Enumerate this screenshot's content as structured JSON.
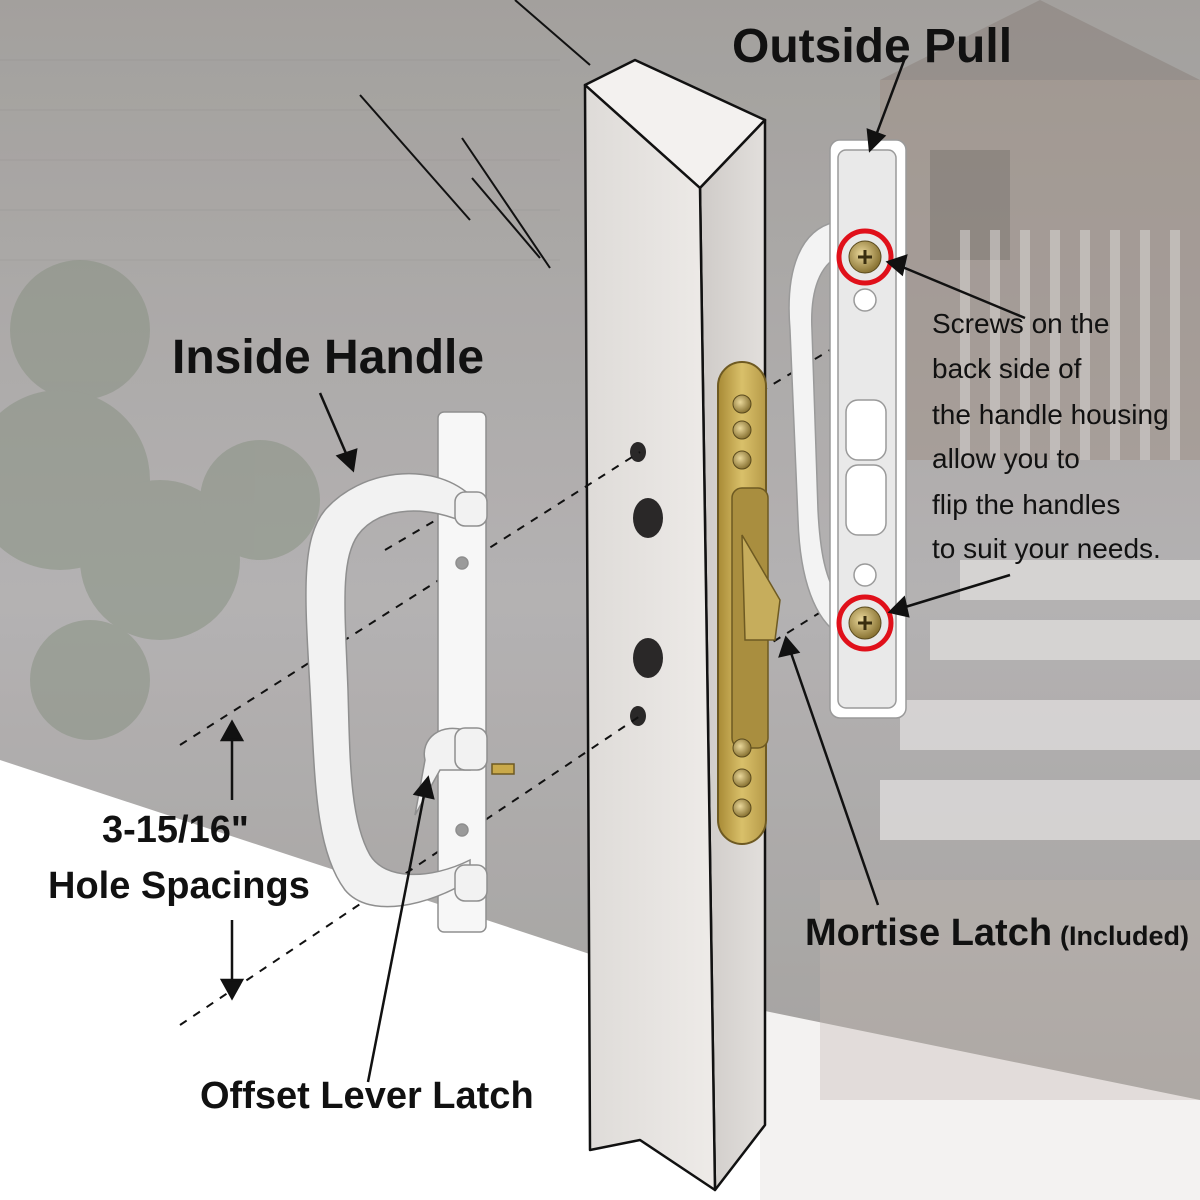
{
  "labels": {
    "outside_pull": "Outside Pull",
    "inside_handle": "Inside Handle",
    "screws_note": [
      "Screws on the",
      "back side of",
      "the handle housing",
      "allow you to",
      "flip the handles",
      "to suit your needs."
    ],
    "hole_spacing_value": "3-15/16\"",
    "hole_spacing_label": "Hole Spacings",
    "mortise_latch": "Mortise Latch",
    "mortise_included": "(Included)",
    "offset_lever_latch": "Offset Lever Latch"
  },
  "colors": {
    "highlight_ring": "#e0101a",
    "latch_brass": "#c9a94a",
    "handle_white": "#f4f4f4",
    "door_edge": "#e6e2df",
    "ink": "#111111"
  },
  "icons": {
    "screw": "phillips-screw-icon",
    "arrow": "arrow-pointer"
  }
}
